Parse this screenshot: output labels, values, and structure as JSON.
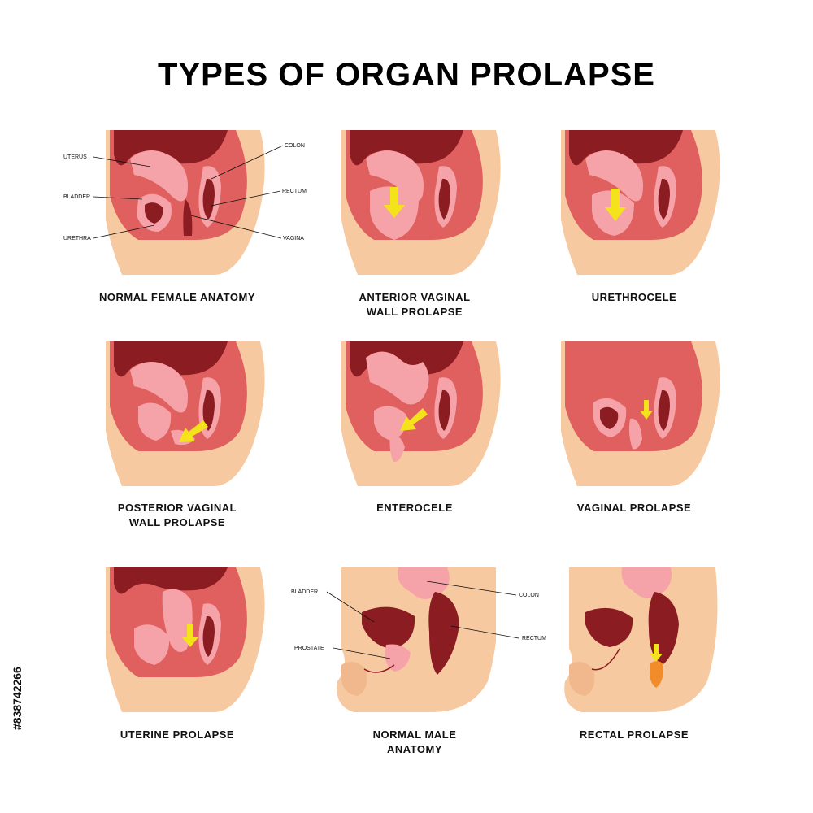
{
  "title": "TYPES OF ORGAN PROLAPSE",
  "colors": {
    "skin": "#f7c9a0",
    "flesh": "#e06060",
    "dark": "#8b1c22",
    "pink": "#f5a3a8",
    "arrow": "#f4e31b"
  },
  "panels": [
    {
      "caption_lines": [
        "NORMAL FEMALE ANATOMY"
      ],
      "labels": {
        "uterus": "UTERUS",
        "bladder": "BLADDER",
        "urethra": "URETHRA",
        "colon": "COLON",
        "rectum": "RECTUM",
        "vagina": "VAGINA"
      }
    },
    {
      "caption_lines": [
        "ANTERIOR VAGINAL",
        "WALL PROLAPSE"
      ]
    },
    {
      "caption_lines": [
        "URETHROCELE"
      ]
    },
    {
      "caption_lines": [
        "POSTERIOR VAGINAL",
        "WALL PROLAPSE"
      ]
    },
    {
      "caption_lines": [
        "ENTEROCELE"
      ]
    },
    {
      "caption_lines": [
        "VAGINAL PROLAPSE"
      ]
    },
    {
      "caption_lines": [
        "UTERINE PROLAPSE"
      ]
    },
    {
      "caption_lines": [
        "NORMAL MALE",
        "ANATOMY"
      ],
      "labels": {
        "bladder": "BLADDER",
        "prostate": "PROSTATE",
        "colon": "COLON",
        "rectum": "RECTUM"
      }
    },
    {
      "caption_lines": [
        "RECTAL PROLAPSE"
      ]
    }
  ],
  "side_id": "#838742266"
}
